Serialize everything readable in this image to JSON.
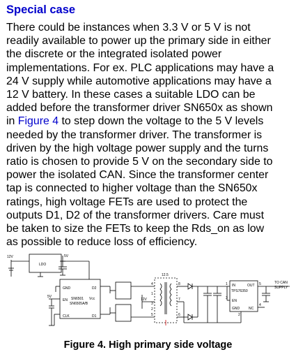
{
  "heading": "Special case",
  "paragraph": {
    "lines": [
      "There could be instances when 3.3 V or 5 V is not",
      "readily available to power up the primary side in either",
      "the discrete or the integrated isolated power",
      "implementations. For ex. PLC applications may have a",
      "24 V supply while automotive applications may have a",
      "12 V battery. In these cases a suitable LDO can be",
      "added before the transformer driver SN650x as shown",
      "to step down the voltage to the 5 V levels",
      "needed by the transformer driver. The transformer is",
      "driven by the high voltage power supply and the turns",
      "ratio is chosen to provide 5 V on the secondary side to",
      "power the isolated CAN. Since the transformer center",
      "tap is connected to higher voltage than the SN650x",
      "ratings, high voltage FETs are used to protect the",
      "outputs D1, D2 of the transformer drivers. Care must",
      "be taken to size the FETs to keep the Rds_on as low",
      "as possible to reduce loss of efficiency."
    ],
    "line8_prefix": "in ",
    "figure_link": "Figure 4"
  },
  "schematic": {
    "supply_12v": "12V",
    "ldo": "LDO",
    "rail_5v_a": "5V",
    "rail_5v_b": "5V",
    "rail_12v_mid": "12V",
    "driver": {
      "gnd": "GND",
      "d2": "D2",
      "en": "EN",
      "part1": "SN6501",
      "part2": "SN6505A/B",
      "vcc": "Vcc",
      "clk": "CLK",
      "d1": "D1"
    },
    "turns_ratio": "12.5",
    "xfmr_pins": [
      "4",
      "1",
      "3",
      "2",
      "5",
      "8",
      "7",
      "6"
    ],
    "reg": {
      "in": "IN",
      "out": "OUT",
      "part": "TPS76350",
      "en": "EN",
      "gnd": "GND",
      "nc": "NC",
      "pin1": "1",
      "pin3": "3",
      "pin2": "2",
      "pin5": "5",
      "pin4": "4"
    },
    "to_can_line1": "TO CAN",
    "to_can_line2": "SUPPLY"
  },
  "caption": "Figure 4. High primary side voltage"
}
